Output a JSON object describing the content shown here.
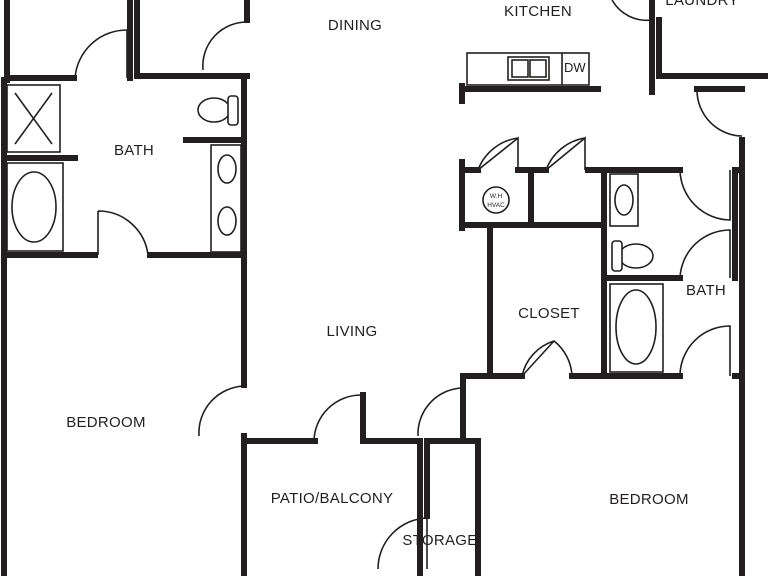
{
  "rooms": {
    "dining": "DINING",
    "kitchen": "KITCHEN",
    "laundry": "LAUNDRY",
    "bath_left": "BATH",
    "living": "LIVING",
    "closet": "CLOSET",
    "bath_right": "BATH",
    "bedroom_left": "BEDROOM",
    "patio": "PATIO/BALCONY",
    "storage": "STORAGE",
    "bedroom_right": "BEDROOM"
  },
  "fixtures": {
    "dishwasher": "DW",
    "water_heater_line1": "W.H",
    "water_heater_line2": "HVAC"
  },
  "colors": {
    "wall": "#231f20",
    "background": "#ffffff"
  }
}
